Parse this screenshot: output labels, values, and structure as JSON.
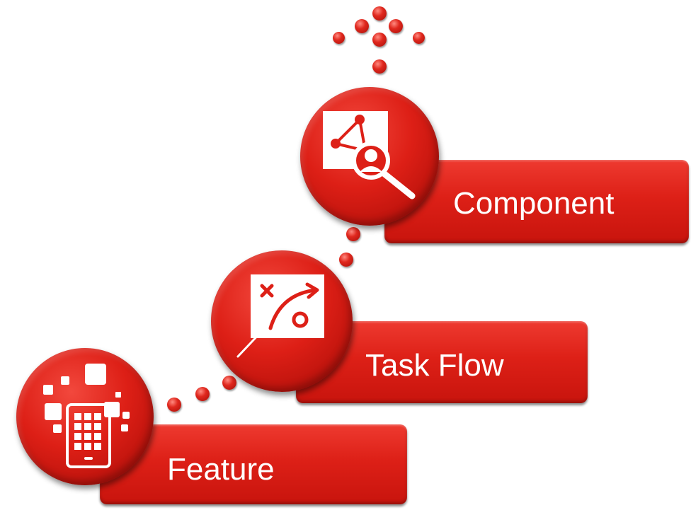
{
  "steps": [
    {
      "label": "Feature",
      "icon": "tablet-apps-icon"
    },
    {
      "label": "Task Flow",
      "icon": "play-diagram-icon"
    },
    {
      "label": "Component",
      "icon": "network-search-icon"
    }
  ],
  "colors": {
    "primary": "#dd2017",
    "dark": "#b7110b",
    "text": "#ffffff"
  }
}
